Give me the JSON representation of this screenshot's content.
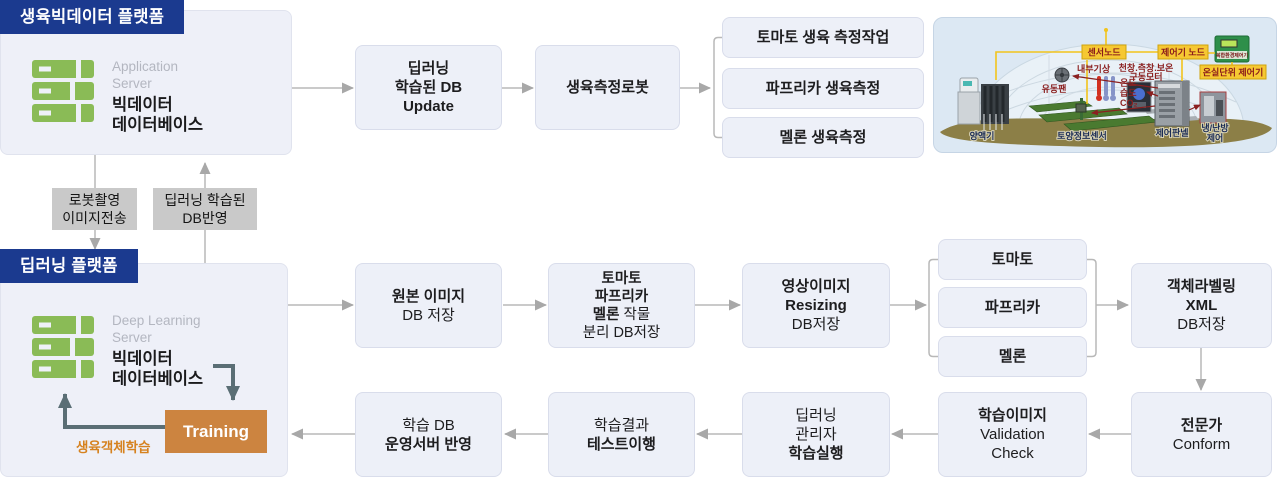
{
  "colors": {
    "navy": "#1b3a8f",
    "box_fill": "#edf0f8",
    "box_border": "#d9ddeb",
    "gray_label_box": "#c9c9c9",
    "arrow_gray": "#b3b3b3",
    "arrow_slate": "#5a6e75",
    "training_orange": "#cc8440",
    "loop_text_orange": "#d6821f",
    "server_green": "#8abb56"
  },
  "bigdata_platform": {
    "title": "생육빅데이터 플랫폼",
    "server_role_line1": "Application",
    "server_role_line2": "Server",
    "server_name_line1": "빅데이터",
    "server_name_line2": "데이터베이스"
  },
  "deep_platform": {
    "title": "딥러닝 플랫폼",
    "server_role_line1": "Deep Learning",
    "server_role_line2": "Server",
    "server_name_line1": "빅데이터",
    "server_name_line2": "데이터베이스",
    "training": "Training",
    "loop_label": "생육객체학습"
  },
  "transfer": {
    "down_line1": "로봇촬영",
    "down_line2": "이미지전송",
    "up_line1": "딥러닝 학습된",
    "up_line2": "DB반영"
  },
  "top_flow": {
    "db_update": {
      "line1": "딥러닝",
      "line2": "학습된 DB",
      "line3": "Update"
    },
    "robot": {
      "label": "생육측정로봇"
    },
    "tasks": [
      "토마토 생육 측정작업",
      "파프리카 생육측정",
      "멜론 생육측정"
    ]
  },
  "mid_flow": {
    "original": {
      "line1": "원본 이미지",
      "line2": "DB 저장"
    },
    "separate": {
      "line1": "토마토",
      "line2": "파프리카",
      "line3_bold": "멜론",
      "line3_rest": " 작물",
      "line4": "분리 DB저장"
    },
    "resizing": {
      "line1": "영상이미지",
      "line2": "Resizing",
      "line3": "DB저장"
    },
    "crops": [
      "토마토",
      "파프리카",
      "멜론"
    ],
    "labeling": {
      "line1": "객체라벨링",
      "line2": "XML",
      "line3": "DB저장"
    }
  },
  "bottom_flow": {
    "deploy": {
      "line1": "학습 DB",
      "line2": "운영서버 반영"
    },
    "test": {
      "line1": "학습결과",
      "line2": "테스트이행"
    },
    "train_exec": {
      "line1": "딥러닝",
      "line2": "관리자",
      "line3": "학습실행"
    },
    "validation": {
      "line1": "학습이미지",
      "line2": "Validation",
      "line3": "Check"
    },
    "expert": {
      "line1": "전문가",
      "line2": "Conform"
    }
  },
  "greenhouse": {
    "sensor_node": "센서노드",
    "controller_node": "제어기 노드",
    "unit_controller": "온실단위 제어기",
    "device_label": "복합환경제어기",
    "inner_weather": "내부기상",
    "motor_line1": "천창.측창.보온",
    "motor_line2": "구동모터",
    "temp": "온도",
    "humidity": "습도",
    "co2": "CO₂",
    "fan": "유동팬",
    "nutrient": "양액기",
    "soil_sensor": "토양정보센서",
    "control_panel": "제어판넬",
    "hvac_line1": "냉/난방",
    "hvac_line2": "제어"
  }
}
